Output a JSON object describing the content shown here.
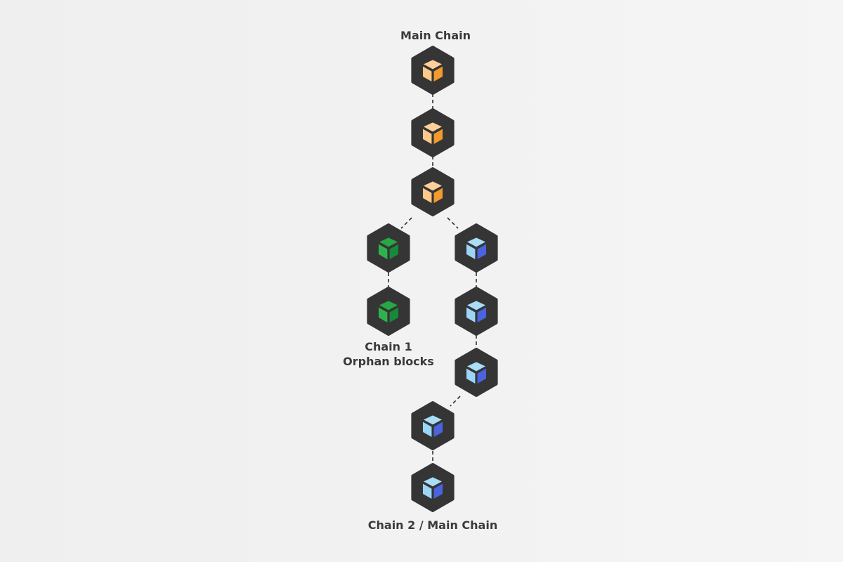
{
  "labels": {
    "main_chain": "Main Chain",
    "chain1_line1": "Chain 1",
    "chain1_line2": "Orphan blocks",
    "chain2": "Chain 2 / Main Chain"
  },
  "palettes": {
    "main": {
      "top": "#ffd09a",
      "left": "#ffc98a",
      "right": "#f39a2e"
    },
    "chain1": {
      "top": "#27a745",
      "left": "#2fb24d",
      "right": "#17893a"
    },
    "chain2": {
      "top": "#a9ddf8",
      "left": "#9cd6f6",
      "right": "#4a63df"
    }
  },
  "chains": [
    {
      "id": "main-chain",
      "palette": "main",
      "blocks": 3
    },
    {
      "id": "chain-1",
      "palette": "chain1",
      "blocks": 2,
      "forks_from": "main-chain"
    },
    {
      "id": "chain-2",
      "palette": "chain2",
      "blocks": 5,
      "forks_from": "main-chain"
    }
  ]
}
